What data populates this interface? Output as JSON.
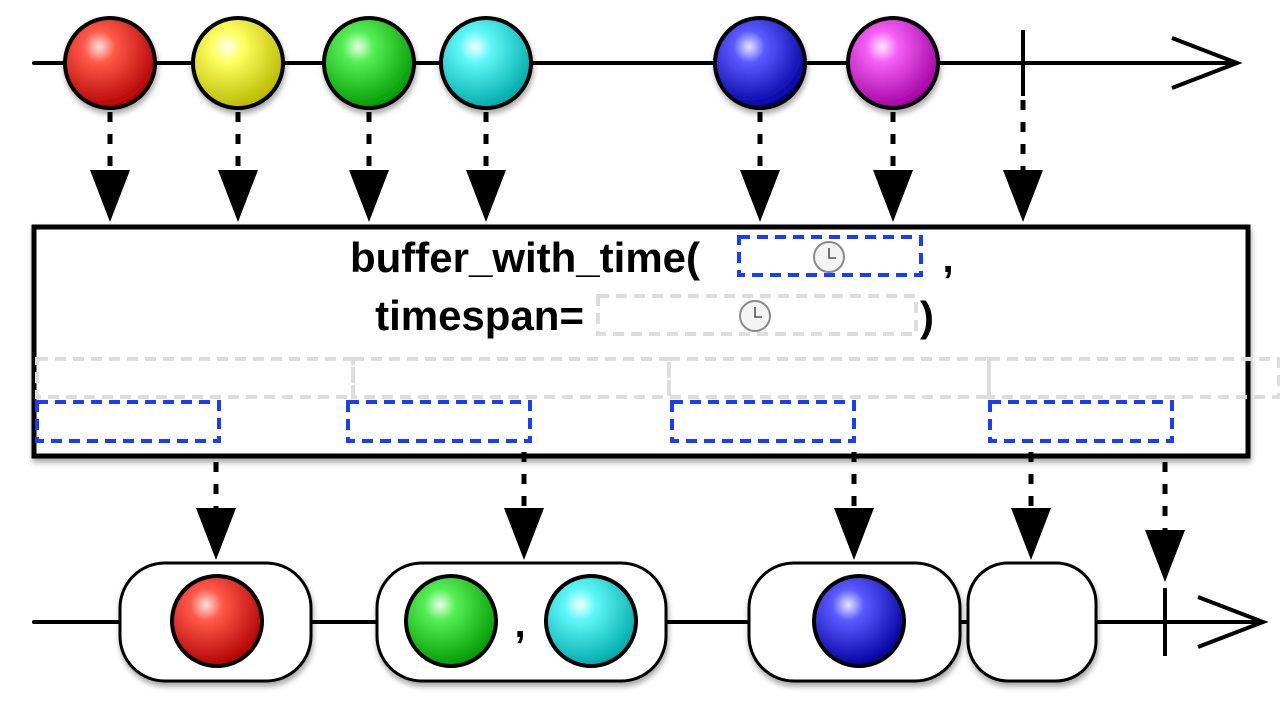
{
  "operator": {
    "name": "buffer_with_time(",
    "comma": ",",
    "param_label": "timespan=",
    "close": ")"
  },
  "input_stream": {
    "marbles": [
      {
        "color": "#ff2a1a",
        "name": "red"
      },
      {
        "color": "#ffff20",
        "name": "yellow"
      },
      {
        "color": "#27e027",
        "name": "green"
      },
      {
        "color": "#1ff0f0",
        "name": "cyan"
      },
      {
        "color": "#3030ff",
        "name": "blue"
      },
      {
        "color": "#f020f0",
        "name": "magenta"
      }
    ]
  },
  "output_stream": {
    "buffers": [
      {
        "items": [
          "#ff2a1a"
        ]
      },
      {
        "items": [
          "#27e027",
          "#1ff0f0"
        ],
        "separator": ","
      },
      {
        "items": [
          "#3030ff"
        ]
      },
      {
        "items": []
      }
    ]
  },
  "colors": {
    "window_dashed": "#1a3cff",
    "timespan_dashed": "#dddddd",
    "line": "#000000"
  },
  "icons": {
    "clock": "clock-icon",
    "arrow": "arrow-head-icon"
  }
}
